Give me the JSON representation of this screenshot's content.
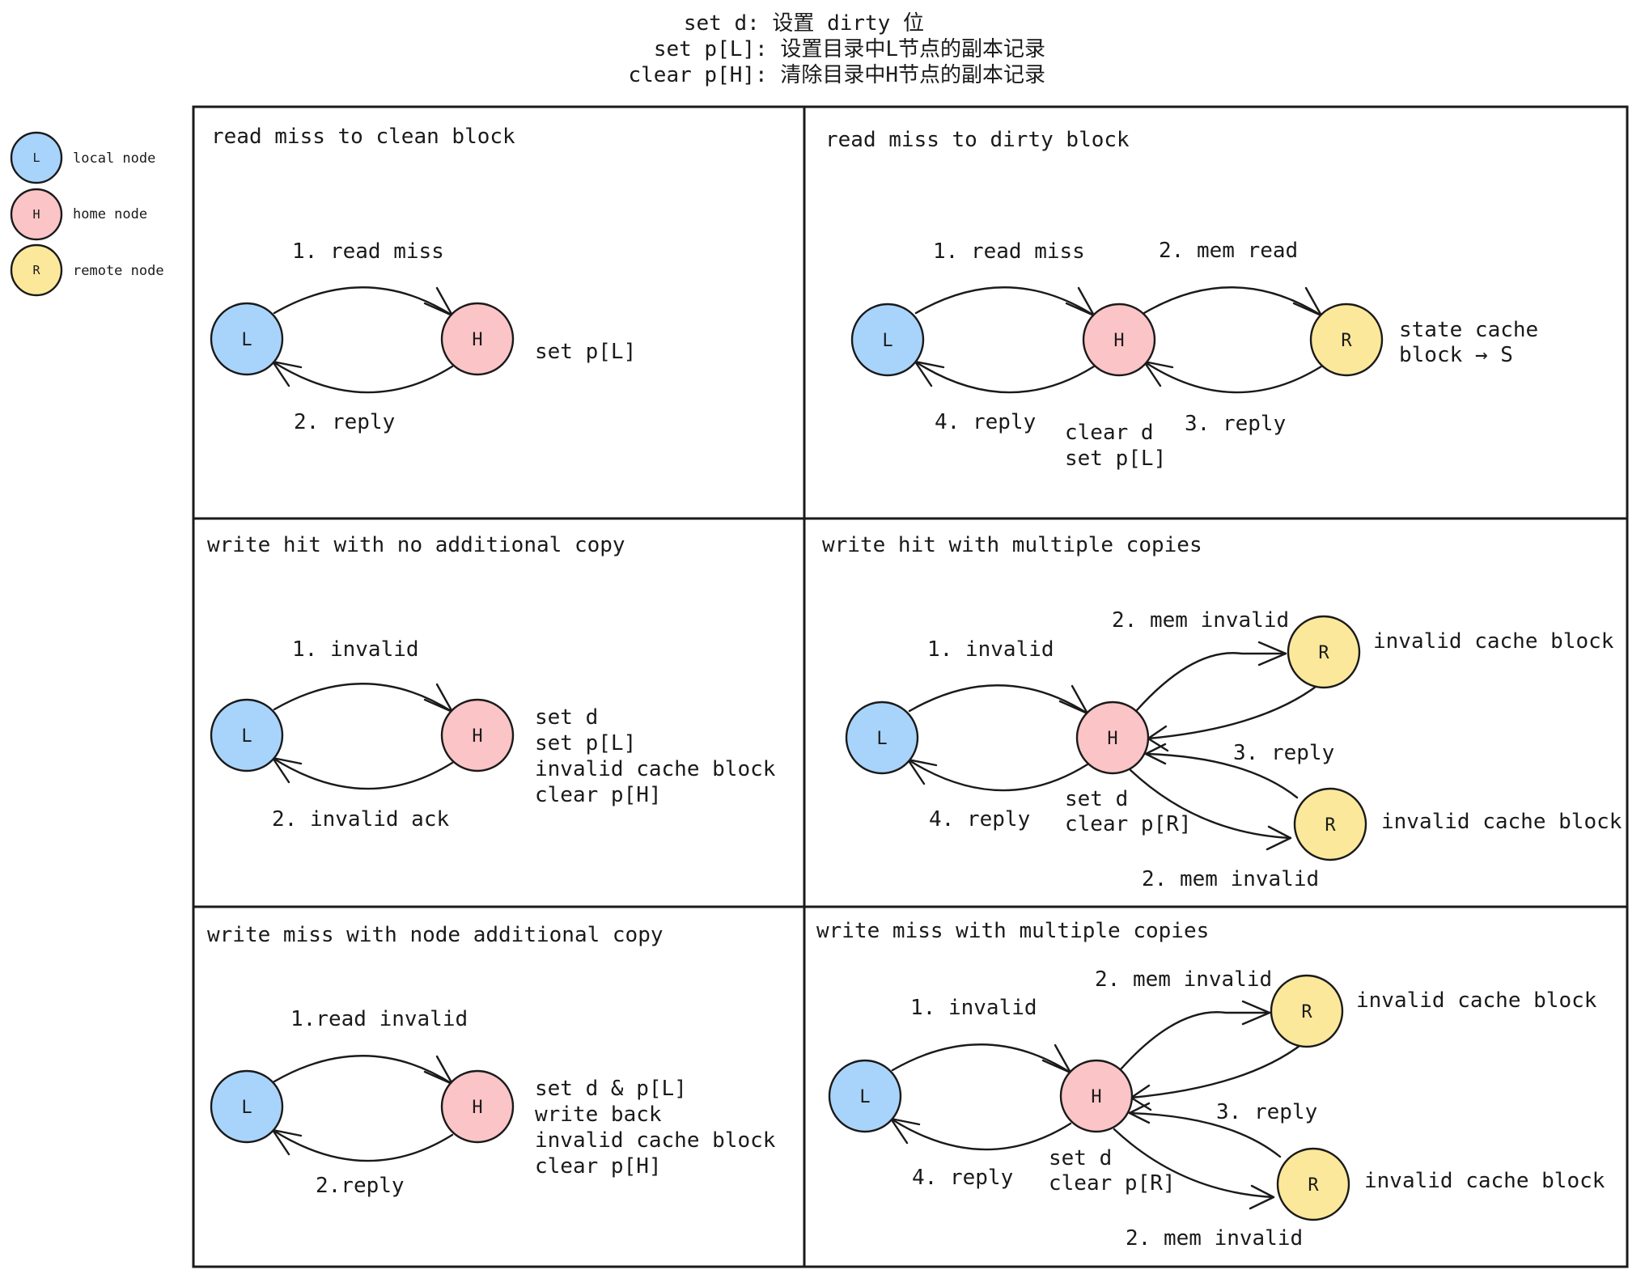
{
  "colors": {
    "local": "#a8d4fb",
    "home": "#fbc4c6",
    "remote": "#fce89b",
    "stroke": "#1a1a1a"
  },
  "notes": [
    "set d: 设置 dirty 位",
    "set p[L]: 设置目录中L节点的副本记录",
    "clear p[H]: 清除目录中H节点的副本记录"
  ],
  "legend": [
    {
      "letter": "L",
      "label": "local node"
    },
    {
      "letter": "H",
      "label": "home node"
    },
    {
      "letter": "R",
      "label": "remote node"
    }
  ],
  "panels": {
    "p1": {
      "title": "read miss to clean block",
      "nodes": [
        "L",
        "H"
      ],
      "edges": [
        "1. read miss",
        "2. reply"
      ],
      "notes": [
        "set p[L]"
      ]
    },
    "p2": {
      "title": "read miss to dirty block",
      "nodes": [
        "L",
        "H",
        "R"
      ],
      "edges": [
        "1. read miss",
        "2. mem read",
        "3. reply",
        "4. reply"
      ],
      "notes": [
        "clear d",
        "set p[L]",
        "state cache",
        "block → S"
      ]
    },
    "p3": {
      "title": "write hit with no additional copy",
      "nodes": [
        "L",
        "H"
      ],
      "edges": [
        "1. invalid",
        "2. invalid ack"
      ],
      "notes": [
        "set d",
        "set p[L]",
        "invalid cache block",
        "clear p[H]"
      ]
    },
    "p4": {
      "title": "write hit with multiple copies",
      "nodes": [
        "L",
        "H",
        "R",
        "R"
      ],
      "edges": [
        "1. invalid",
        "2. mem invalid",
        "3. reply",
        "4. reply",
        "2. mem invalid"
      ],
      "notes": [
        "set d",
        "clear p[R]",
        "invalid cache block",
        "invalid cache block"
      ]
    },
    "p5": {
      "title": "write miss with node additional copy",
      "nodes": [
        "L",
        "H"
      ],
      "edges": [
        "1.read invalid",
        "2.reply"
      ],
      "notes": [
        "set d & p[L]",
        "write back",
        "invalid cache block",
        "clear p[H]"
      ]
    },
    "p6": {
      "title": "write miss with multiple copies",
      "nodes": [
        "L",
        "H",
        "R",
        "R"
      ],
      "edges": [
        "1. invalid",
        "2. mem invalid",
        "3. reply",
        "4. reply",
        "2. mem invalid"
      ],
      "notes": [
        "set d",
        "clear p[R]",
        "invalid cache block",
        "invalid cache block"
      ]
    }
  }
}
